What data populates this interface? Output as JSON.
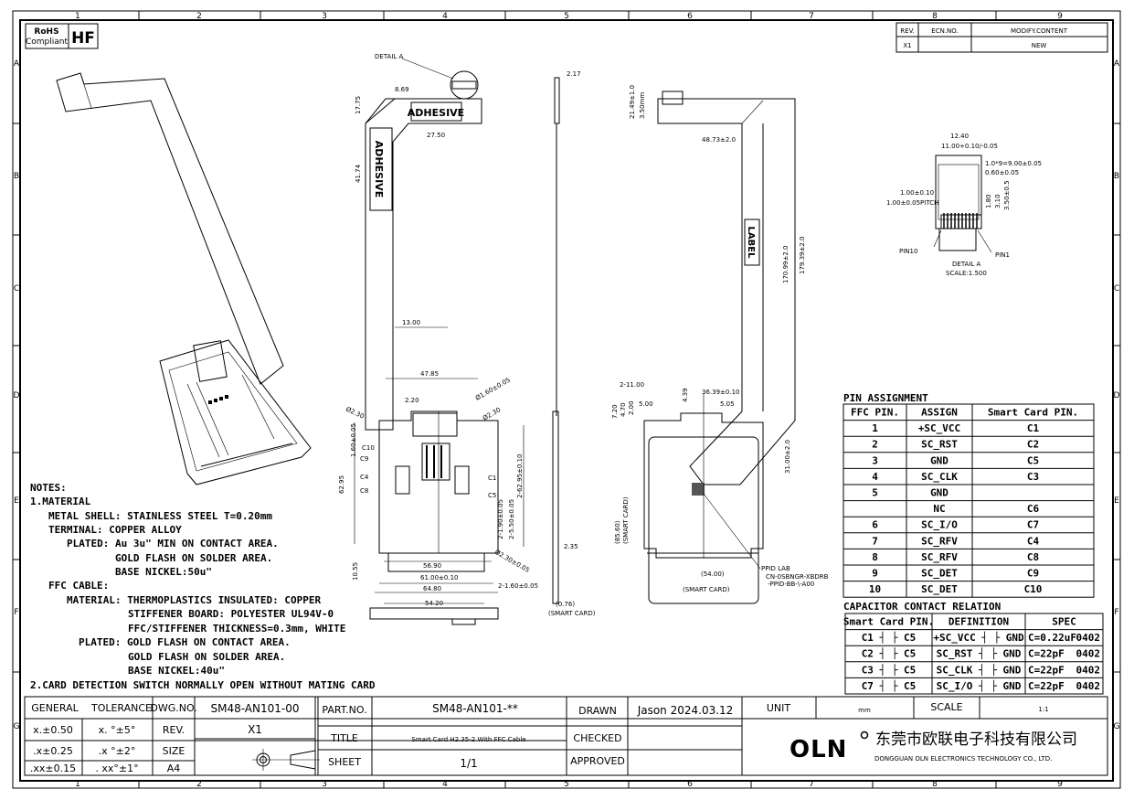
{
  "zones_top": [
    "1",
    "2",
    "3",
    "4",
    "5",
    "6",
    "7",
    "8",
    "9"
  ],
  "zones_side": [
    "A",
    "B",
    "C",
    "D",
    "E",
    "F",
    "G"
  ],
  "rohs": {
    "line1": "RoHS",
    "line2": "Compliant",
    "hf": "HF"
  },
  "revision_table": {
    "headers": [
      "REV.",
      "ECN.NO.",
      "MODIFY.CONTENT"
    ],
    "rows": [
      [
        "X1",
        "",
        "NEW"
      ]
    ]
  },
  "labels": {
    "detail_a": "DETAIL A",
    "adhesive": "ADHESIVE",
    "label": "LABEL",
    "detail_title": "DETAIL A",
    "detail_scale": "SCALE:1.500",
    "pin10": "PIN10",
    "pin1": "PIN1",
    "ppid_lab": "PPID LAB",
    "ppid_line2": "CN-0SBNGR-XBDRB",
    "ppid_line3": "-PPID-BB-\\-A00",
    "smart_card": "(SMART CARD)"
  },
  "dimensions": {
    "d8_69": "8.69",
    "d17_75": "17.75",
    "d27_50": "27.50",
    "d41_74": "41.74",
    "d13_00": "13.00",
    "d47_85": "47.85",
    "d2_20": "2.20",
    "d_phi2_30a": "Ø2.30",
    "d_phi1_60": "Ø1.60±0.05",
    "d_phi2_30b": "Ø2.30",
    "d1_60": "1.60±0.05",
    "d62_95": "62.95",
    "d2_62_95": "2-62.95±0.10",
    "d2_1_90": "2-1.90±0.05",
    "d2_5_50": "2-5.50±0.05",
    "d10_55": "10.55",
    "d56_90": "56.90",
    "d61_00": "61.00±0.10",
    "d64_80": "64.80",
    "d_phi2_30c": "Ø2.30±0.05",
    "d2_1_60": "2-1.60±0.05",
    "d54_20": "54.20",
    "d2_17": "2.17",
    "d2_35": "2.35",
    "d0_76": "(0.76)",
    "d21_49": "21.49±1.0",
    "d3_50mm": "3.50mm",
    "d48_73": "48.73±2.0",
    "d170_99": "170.99±2.0",
    "d179_39": "179.39±2.0",
    "d2_11": "2-11.00",
    "d7_20": "7.20",
    "d4_70": "4.70",
    "d2_00": "2.00",
    "d5_00": "5.00",
    "d4_39": "4.39",
    "d36_39": "36.39±0.10",
    "d5_05": "5.05",
    "d31_00": "31.00±2.0",
    "d85_60": "(85.60)",
    "d54_00": "(54.00)",
    "d12_40": "12.40",
    "d11_00": "11.00+0.10/-0.05",
    "d1_0x9": "1.0*9=9.00±0.05",
    "d0_60": "0.60±0.05",
    "d1_00": "1.00±0.10",
    "d1_00p": "1.00±0.05PITCH",
    "d1_80": "1.80",
    "d3_10": "3.10",
    "d3_50": "3.50±0.5"
  },
  "contacts": [
    "C10",
    "C9",
    "C4",
    "C8",
    "C1",
    "C5"
  ],
  "notes": [
    "NOTES:",
    "1.MATERIAL",
    "METAL SHELL: STAINLESS STEEL T=0.20mm",
    "TERMINAL: COPPER ALLOY",
    "PLATED: Au 3u\" MIN ON CONTACT AREA.",
    "GOLD FLASH ON SOLDER AREA.",
    "BASE NICKEL:50u\"",
    "FFC CABLE:",
    "MATERIAL: THERMOPLASTICS INSULATED: COPPER",
    "STIFFENER BOARD: POLYESTER UL94V-0",
    "FFC/STIFFENER THICKNESS=0.3mm, WHITE",
    "PLATED: GOLD FLASH ON CONTACT AREA.",
    "GOLD FLASH ON SOLDER AREA.",
    "BASE NICKEL:40u\"",
    "2.CARD DETECTION SWITCH NORMALLY OPEN WITHOUT MATING CARD"
  ],
  "pin_assignment": {
    "title": "PIN ASSIGNMENT",
    "headers": [
      "FFC PIN.",
      "ASSIGN",
      "Smart Card PIN."
    ],
    "rows": [
      [
        "1",
        "+SC_VCC",
        "C1"
      ],
      [
        "2",
        "SC_RST",
        "C2"
      ],
      [
        "3",
        "GND",
        "C5"
      ],
      [
        "4",
        "SC_CLK",
        "C3"
      ],
      [
        "5",
        "GND",
        ""
      ],
      [
        "",
        "NC",
        "C6"
      ],
      [
        "6",
        "SC_I/O",
        "C7"
      ],
      [
        "7",
        "SC_RFV",
        "C4"
      ],
      [
        "8",
        "SC_RFV",
        "C8"
      ],
      [
        "9",
        "SC_DET",
        "C9"
      ],
      [
        "10",
        "SC_DET",
        "C10"
      ]
    ]
  },
  "capacitor_relation": {
    "title": "CAPACITOR CONTACT RELATION",
    "headers": [
      "Smart Card PIN.",
      "DEFINITION",
      "SPEC"
    ],
    "rows": [
      [
        "C1 ┤ ├ C5",
        "+SC_VCC ┤ ├ GND",
        "C=0.22uF",
        "0402"
      ],
      [
        "C2 ┤ ├ C5",
        "SC_RST ┤ ├ GND",
        "C=22pF",
        "0402"
      ],
      [
        "C3 ┤ ├ C5",
        "SC_CLK ┤ ├ GND",
        "C=22pF",
        "0402"
      ],
      [
        "C7 ┤ ├ C5",
        "SC_I/O ┤ ├ GND",
        "C=22pF",
        "0402"
      ]
    ]
  },
  "title_block": {
    "general": "GENERAL",
    "tolerance": "TOLERANCE",
    "tol_rows": [
      [
        "x.±0.50",
        "x. °±5°"
      ],
      [
        ".x±0.25",
        ".x °±2°"
      ],
      [
        ".xx±0.15",
        ". xx°±1°"
      ]
    ],
    "dwg_no_label": "DWG.NO.",
    "dwg_no": "SM48-AN101-00",
    "rev_label": "REV.",
    "rev": "X1",
    "size_label": "SIZE",
    "size": "A4",
    "part_no_label": "PART.NO.",
    "part_no": "SM48-AN101-**",
    "title_label": "TITLE",
    "title": "Smart Card H2.35-2 With FFC Cable",
    "sheet_label": "SHEET",
    "sheet": "1/1",
    "drawn_label": "DRAWN",
    "drawn": "Jason  2024.03.12",
    "checked_label": "CHECKED",
    "approved_label": "APPROVED",
    "unit_label": "UNIT",
    "unit": "mm",
    "scale_label": "SCALE",
    "scale": "1:1",
    "company_logo": "OLN",
    "company_cn": "东莞市欧联电子科技有限公司",
    "company_en": "DONGGUAN OLN ELECTRONICS TECHNOLOGY CO., LTD."
  }
}
